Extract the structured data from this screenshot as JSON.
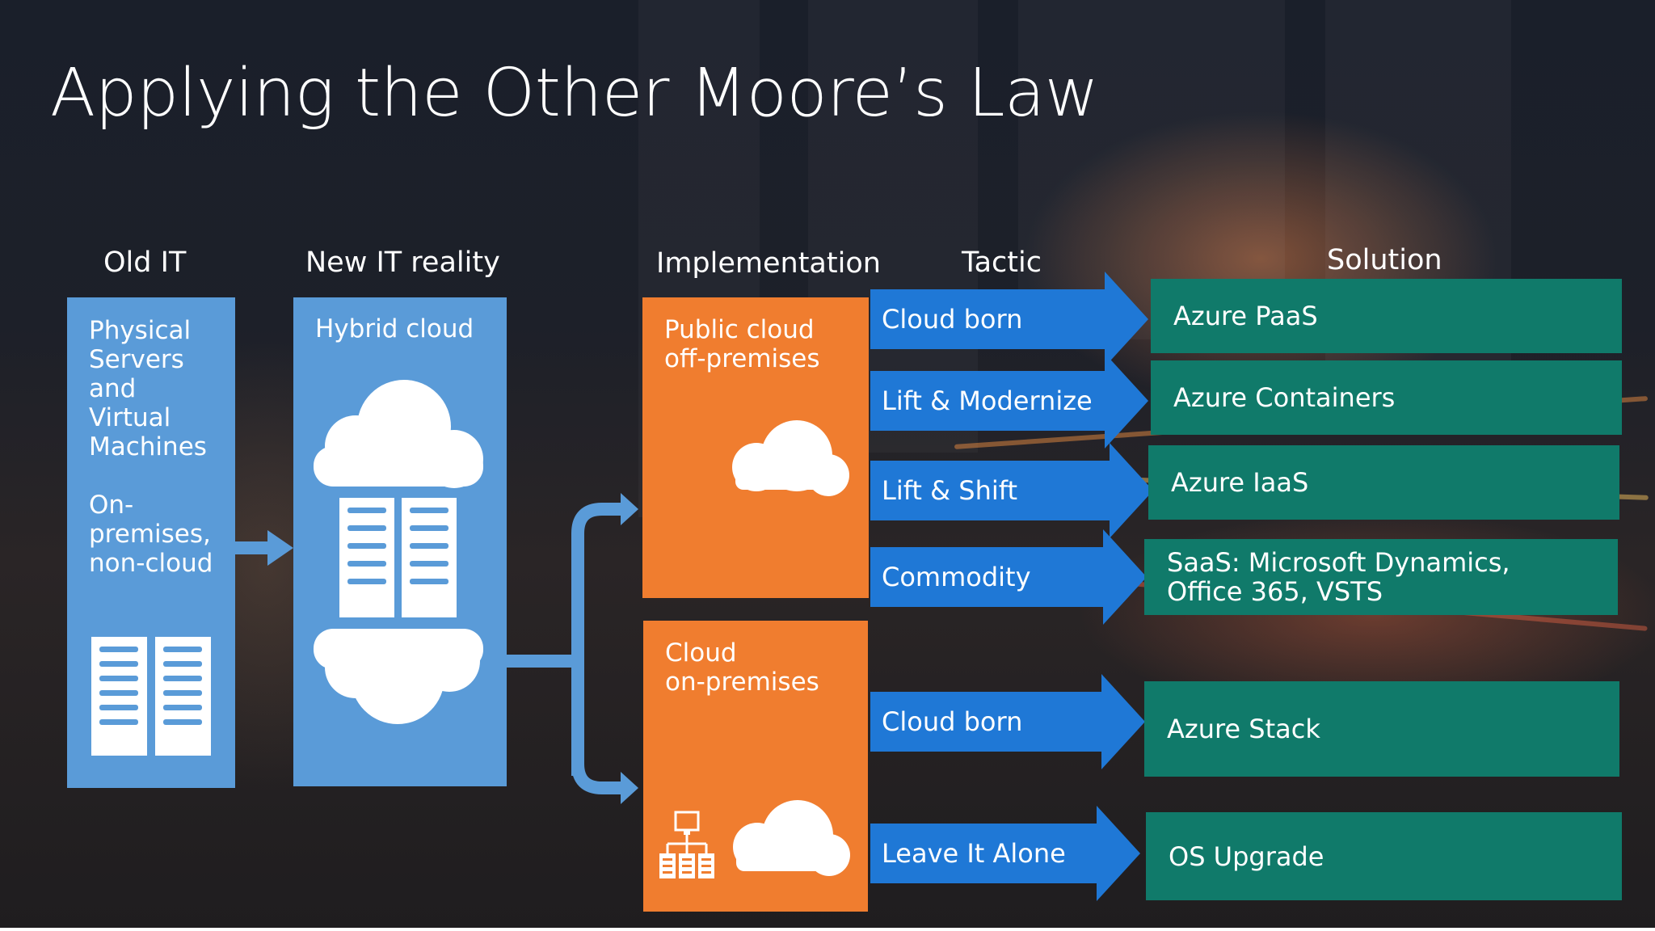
{
  "title": "Applying the Other Moore’s Law",
  "headers": {
    "old_it": "Old IT",
    "new_it": "New IT reality",
    "implementation": "Implementation",
    "tactic": "Tactic",
    "solution": "Solution"
  },
  "old_it_box": {
    "line1": "Physical",
    "line2": "Servers",
    "line3": "and",
    "line4": "Virtual",
    "line5": "Machines",
    "line6": "On-",
    "line7": "premises,",
    "line8": "non-cloud"
  },
  "new_it_box": {
    "label": "Hybrid cloud"
  },
  "implementation": {
    "public": {
      "line1": "Public cloud",
      "line2": "off-premises"
    },
    "onprem": {
      "line1": "Cloud",
      "line2": "on-premises"
    }
  },
  "tactics": [
    "Cloud born",
    "Lift & Modernize",
    "Lift & Shift",
    "Commodity",
    "Cloud born",
    "Leave It Alone"
  ],
  "solutions": [
    {
      "line1": "Azure PaaS",
      "line2": ""
    },
    {
      "line1": "Azure Containers",
      "line2": ""
    },
    {
      "line1": "Azure IaaS",
      "line2": ""
    },
    {
      "line1": "SaaS: Microsoft Dynamics,",
      "line2": "Office 365, VSTS"
    },
    {
      "line1": "Azure Stack",
      "line2": ""
    },
    {
      "line1": "OS Upgrade",
      "line2": ""
    }
  ],
  "colors": {
    "blue_box": "#5a9bd8",
    "orange_box": "#f07d2f",
    "tactic_arrow": "#1f78d6",
    "solution_box": "#107a6a"
  },
  "icons": [
    "server-rack-icon",
    "cloud-icon",
    "network-hierarchy-icon"
  ]
}
